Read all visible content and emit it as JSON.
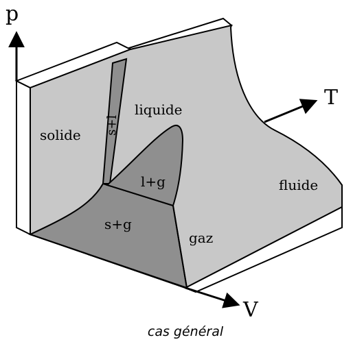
{
  "axes": {
    "p": "p",
    "T": "T",
    "V": "V"
  },
  "regions": {
    "solide": "solide",
    "liquide": "liquide",
    "s_plus_l": "s+l",
    "l_plus_g": "l+g",
    "s_plus_g": "s+g",
    "gaz": "gaz",
    "fluide": "fluide"
  },
  "caption": "cas général",
  "colors": {
    "surface": "#c8c8c8",
    "coexistence": "#8f8f8f",
    "side_face": "#ffffff",
    "outline": "#000000"
  }
}
